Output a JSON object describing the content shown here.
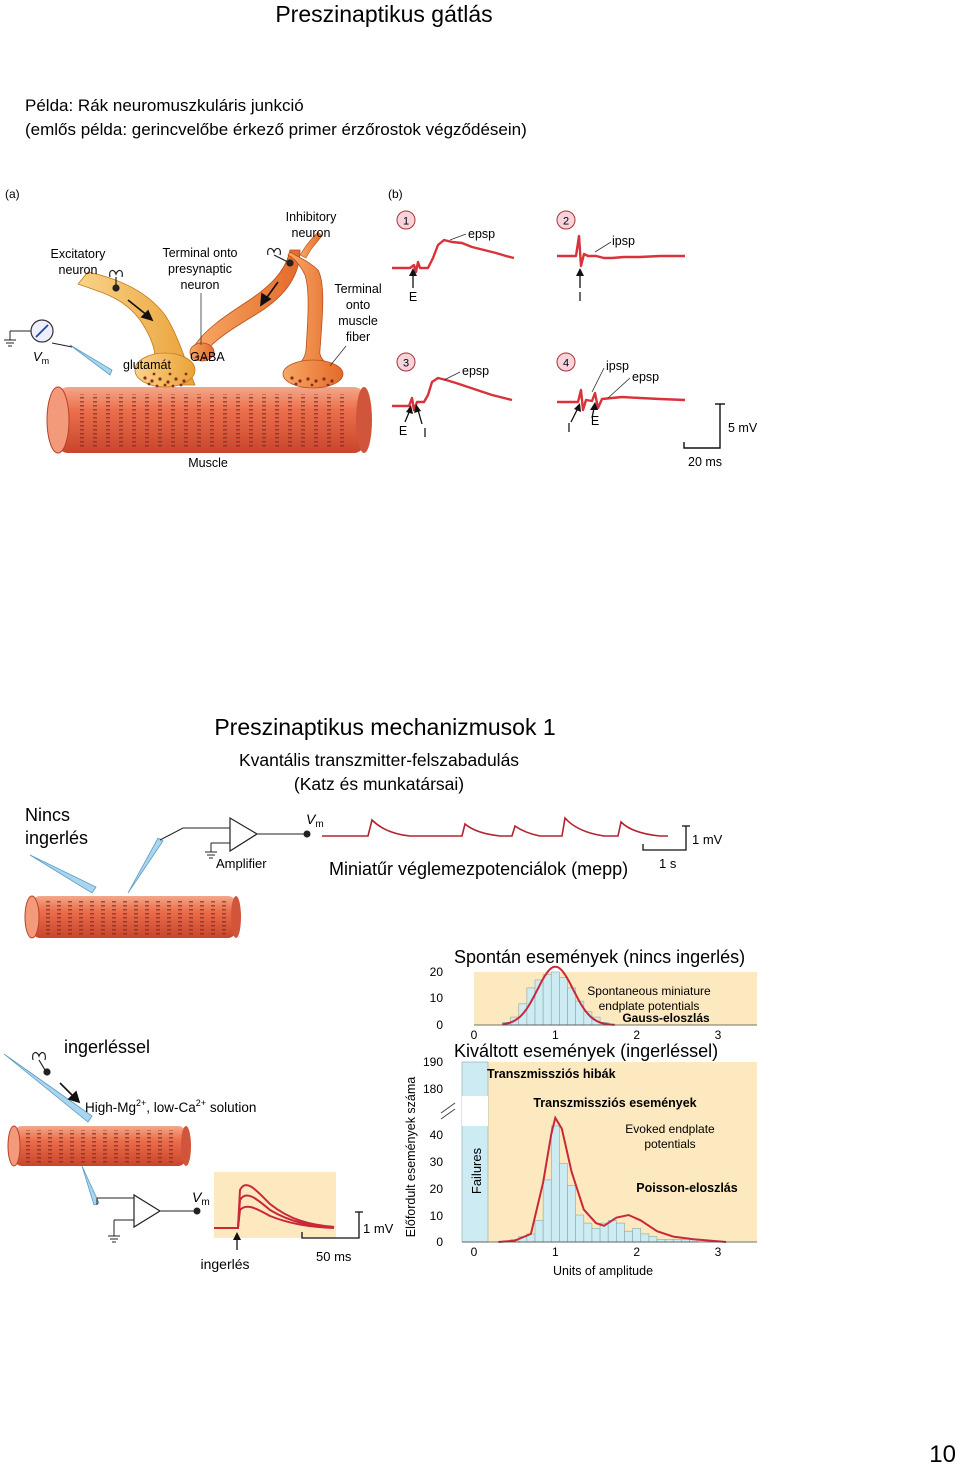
{
  "page": {
    "title": "Preszinaptikus gátlás",
    "example_line1": "Példa: Rák neuromuszkuláris junkció",
    "example_line2": "(emlős példa: gerincvelőbe érkező primer érzőrostok végződésein)",
    "page_number": "10"
  },
  "figure_a": {
    "panel_label": "(a)",
    "excitatory_line1": "Excitatory",
    "excitatory_line2": "neuron",
    "terminal_presyn_line1": "Terminal onto",
    "terminal_presyn_line2": "presynaptic",
    "terminal_presyn_line3": "neuron",
    "inhibitory_line1": "Inhibitory",
    "inhibitory_line2": "neuron",
    "terminal_muscle_line1": "Terminal",
    "terminal_muscle_line2": "onto",
    "terminal_muscle_line3": "muscle",
    "terminal_muscle_line4": "fiber",
    "vm_v": "V",
    "vm_m": "m",
    "glutamat": "glutamát",
    "gaba": "GABA",
    "muscle": "Muscle"
  },
  "figure_b": {
    "panel_label": "(b)",
    "n1": "1",
    "n2": "2",
    "n3": "3",
    "n4": "4",
    "epsp": "epsp",
    "ipsp": "ipsp",
    "e": "E",
    "i": "I",
    "scale_mv": "5 mV",
    "scale_ms": "20 ms"
  },
  "mech": {
    "title": "Preszinaptikus mechanizmusok 1",
    "subtitle1": "Kvantális transzmitter-felszabadulás",
    "subtitle2": "(Katz és munkatársai)",
    "nincs1": "Nincs",
    "nincs2": "ingerlés",
    "amplifier": "Amplifier",
    "vm_v": "V",
    "vm_m": "m",
    "mepp": "Miniatűr véglemezpotenciálok (mepp)",
    "scale_s": "1 s",
    "scale_mv": "1 mV",
    "ingerlessel": "ingerléssel",
    "solution_a": "High-Mg",
    "solution_sup1": "2+",
    "solution_b": ", low-Ca",
    "solution_sup2": "2+",
    "solution_c": " solution",
    "vm2_v": "V",
    "vm2_m": "m",
    "ingerles": "ingerlés",
    "scale2_ms": "50 ms",
    "scale2_mv": "1 mV"
  },
  "hist_top": {
    "title": "Spontán események (nincs ingerlés)",
    "label_line1": "Spontaneous miniature",
    "label_line2": "endplate potentials",
    "gauss": "Gauss-eloszlás",
    "yticks": [
      "20",
      "10",
      "0"
    ],
    "xticks": [
      "0",
      "1",
      "2",
      "3"
    ]
  },
  "hist_bottom": {
    "title": "Kiváltott események (ingerléssel)",
    "failures_hibak": "Transzmissziós hibák",
    "events": "Transzmissziós események",
    "evoked_line1": "Evoked endplate",
    "evoked_line2": "potentials",
    "poisson": "Poisson-eloszlás",
    "failures": "Failures",
    "ylabel": "Előfordult események száma",
    "yticks": [
      "190",
      "180",
      "40",
      "30",
      "20",
      "10",
      "0"
    ],
    "xticks": [
      "0",
      "1",
      "2",
      "3"
    ],
    "xlabel": "Units of amplitude"
  },
  "chart_data": [
    {
      "type": "bar",
      "title": "Spontán események (nincs ingerlés)",
      "x": [
        0.4,
        0.5,
        0.6,
        0.7,
        0.8,
        0.9,
        1.0,
        1.1,
        1.2,
        1.3,
        1.4,
        1.5,
        1.6,
        1.7
      ],
      "values": [
        1,
        3,
        8,
        14,
        17,
        19,
        20,
        18,
        14,
        9,
        5,
        3,
        1,
        0
      ],
      "xlabel": "",
      "ylabel": "",
      "ylim": [
        0,
        20
      ],
      "xlim": [
        0,
        3.4
      ]
    },
    {
      "type": "bar",
      "title": "Kiváltott események (ingerléssel)",
      "x": [
        0.0,
        0.5,
        0.6,
        0.7,
        0.8,
        0.9,
        1.0,
        1.1,
        1.2,
        1.3,
        1.4,
        1.5,
        1.6,
        1.7,
        1.8,
        1.9,
        2.0,
        2.1,
        2.2,
        2.3,
        2.4,
        2.5,
        2.6,
        2.7,
        2.8,
        2.9,
        3.0
      ],
      "values": [
        190,
        1,
        2,
        3,
        8,
        23,
        43,
        29,
        21,
        10,
        7,
        5,
        7,
        8,
        7,
        4,
        5,
        3,
        2,
        1,
        1,
        1,
        1,
        1,
        0,
        0,
        0
      ],
      "xlabel": "Units of amplitude",
      "ylabel": "Előfordult események száma",
      "ylim": [
        0,
        190
      ],
      "xlim": [
        0,
        3.4
      ]
    }
  ]
}
